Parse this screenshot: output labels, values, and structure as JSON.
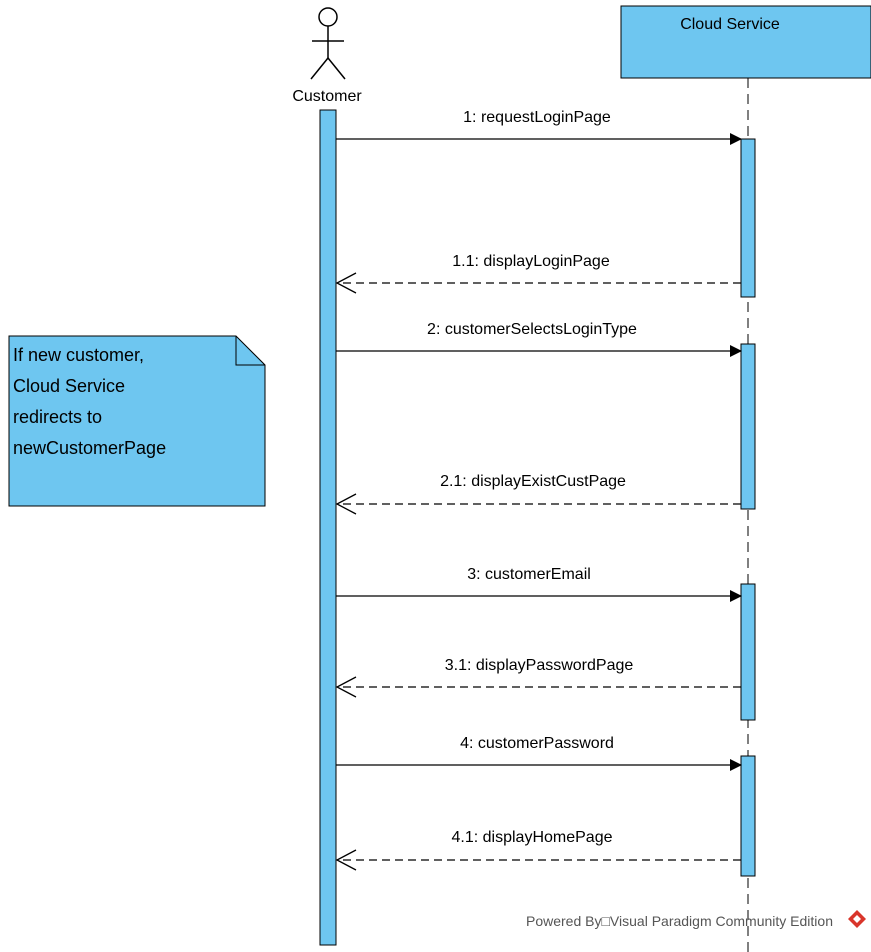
{
  "diagram": {
    "actor": {
      "name": "Customer"
    },
    "object": {
      "name": "Cloud Service"
    },
    "note": {
      "lines": [
        "If new customer,",
        "Cloud Service",
        "redirects to",
        "newCustomerPage"
      ]
    },
    "messages": [
      {
        "label": "1: requestLoginPage",
        "kind": "call"
      },
      {
        "label": "1.1: displayLoginPage",
        "kind": "return"
      },
      {
        "label": "2: customerSelectsLoginType",
        "kind": "call"
      },
      {
        "label": "2.1: displayExistCustPage",
        "kind": "return"
      },
      {
        "label": "3: customerEmail",
        "kind": "call"
      },
      {
        "label": "3.1: displayPasswordPage",
        "kind": "return"
      },
      {
        "label": "4: customerPassword",
        "kind": "call"
      },
      {
        "label": "4.1: displayHomePage",
        "kind": "return"
      }
    ],
    "footer": "Powered By□Visual Paradigm Community Edition",
    "colors": {
      "fill": "#6ec6f0",
      "stroke": "#000000",
      "logo": "#d9352b"
    }
  }
}
